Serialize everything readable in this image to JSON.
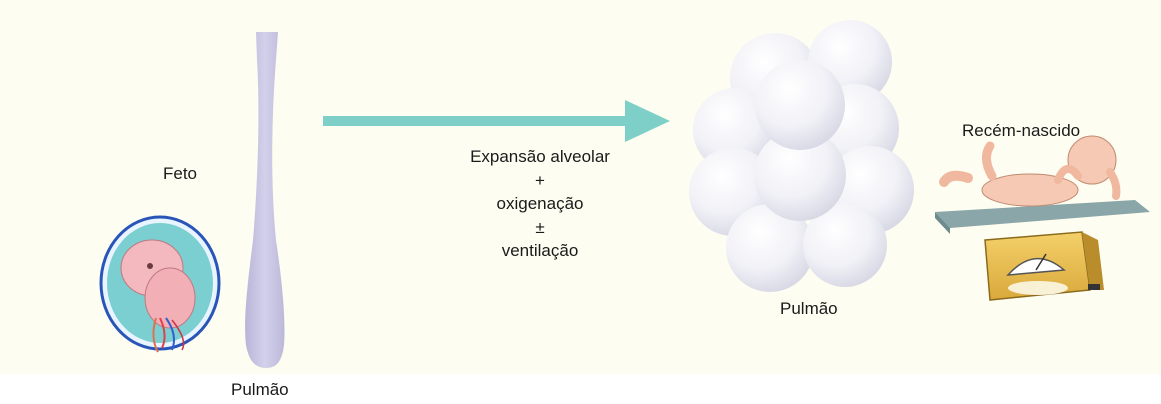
{
  "fetus": {
    "label": "Feto"
  },
  "fetal_lung": {
    "label": "Pulmão"
  },
  "process": {
    "lines": [
      "Expansão alveolar",
      "+",
      "oxigenação",
      "±",
      "ventilação"
    ]
  },
  "newborn_lung": {
    "label": "Pulmão"
  },
  "newborn": {
    "label": "Recém-nascido"
  },
  "colors": {
    "background": "#fefdf1",
    "arrow": "#7fcfc9",
    "fetal_lung": "#c9c6e2",
    "alveoli": "#f2f2f8",
    "amniotic_fluid": "#7ccfd0",
    "fetus_skin": "#f4b9bf"
  }
}
